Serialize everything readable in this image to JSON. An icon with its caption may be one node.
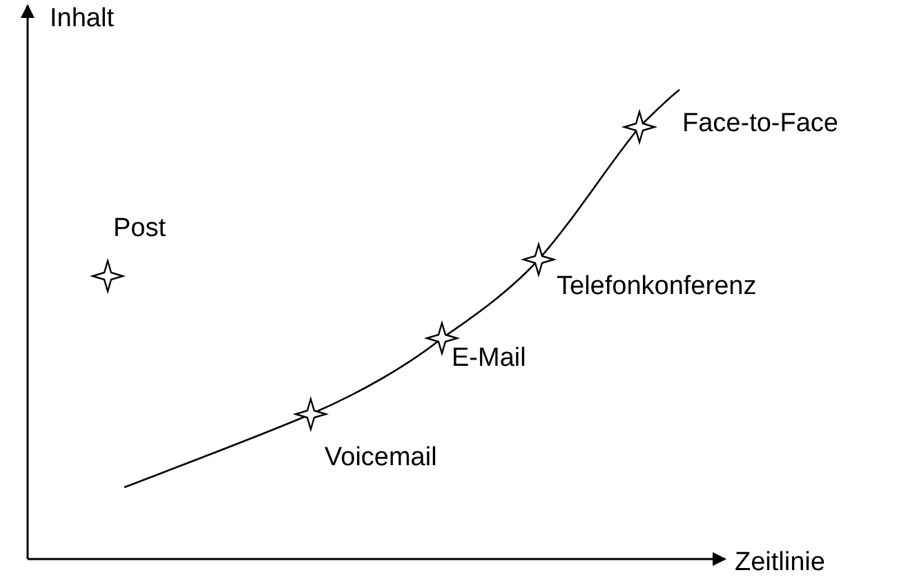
{
  "diagram": {
    "labels": [
      "Inhalt",
      "Post",
      "Face-to-Face",
      "Telefonkonferenz",
      "E-Mail",
      "Voicemail",
      "Zeitlinie"
    ]
  }
}
